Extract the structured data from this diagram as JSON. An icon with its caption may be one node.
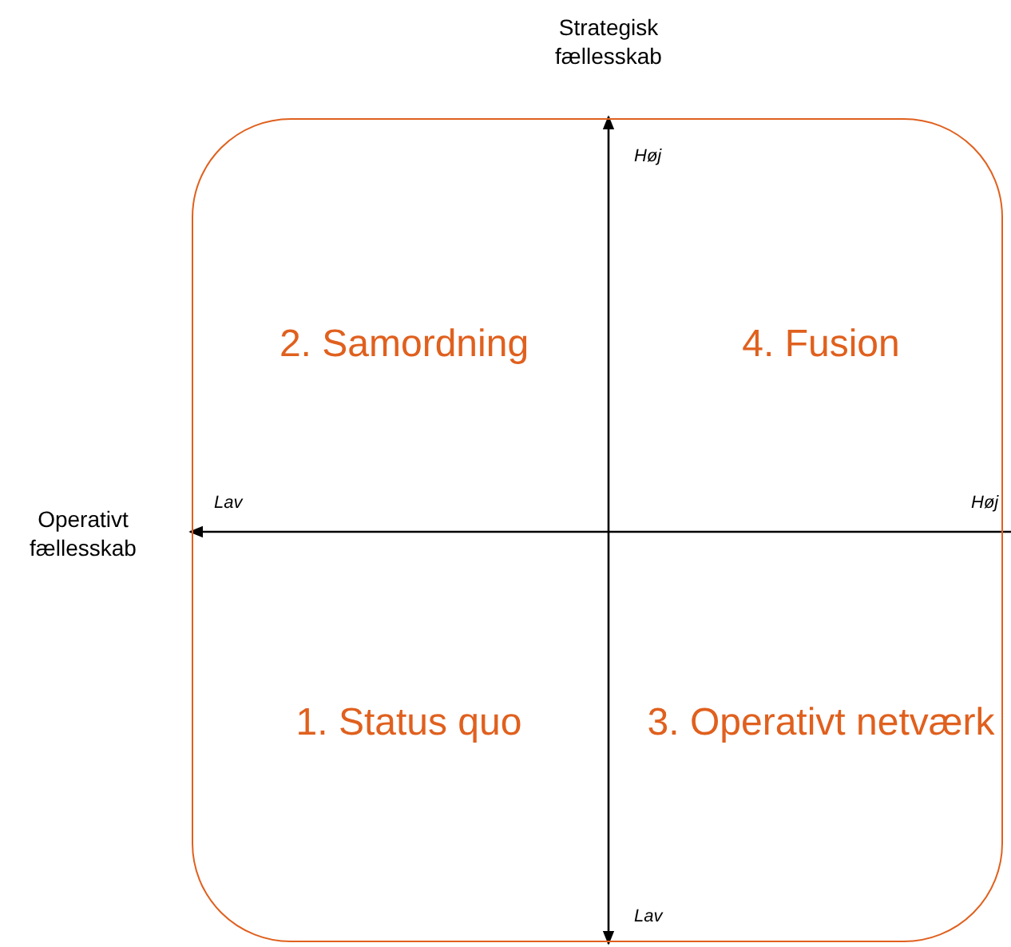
{
  "diagram": {
    "nodes": [
      {
        "text": [
          "2. Samordning",
          "4. Fusion",
          "1. Status quo",
          "3. Operativt netværk"
        ]
      }
    ],
    "labels": [
      "Strategisk fællesskab",
      "Høj",
      "Operativt fællesskab",
      "Lav",
      "Høj",
      "Lav"
    ]
  }
}
